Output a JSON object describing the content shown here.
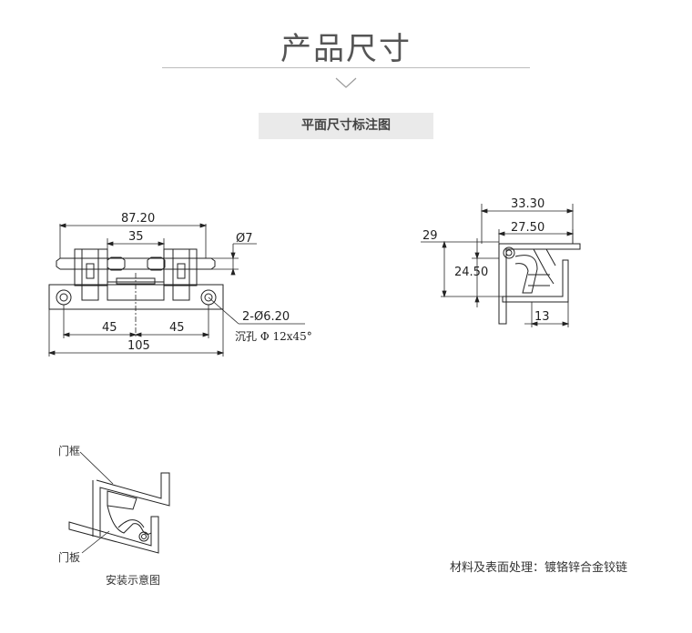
{
  "header": {
    "title": "产品尺寸",
    "section": "平面尺寸标注图"
  },
  "front_view": {
    "dim_overall_top": "87.20",
    "dim_inner": "35",
    "dim_pin": "Ø7",
    "dim_left_half": "45",
    "dim_right_half": "45",
    "dim_total": "105",
    "hole_label": "2-Ø6.20",
    "countersink_label": "沉孔 Φ 12x45°"
  },
  "side_view": {
    "dim_width_outer": "33.30",
    "dim_width_inner": "27.50",
    "dim_height_outer": "29",
    "dim_height_inner": "24.50",
    "dim_bottom": "13"
  },
  "install": {
    "door_frame": "门框",
    "door_panel": "门板",
    "caption": "安装示意图"
  },
  "material_note": "材料及表面处理：镀铬锌合金铰链"
}
